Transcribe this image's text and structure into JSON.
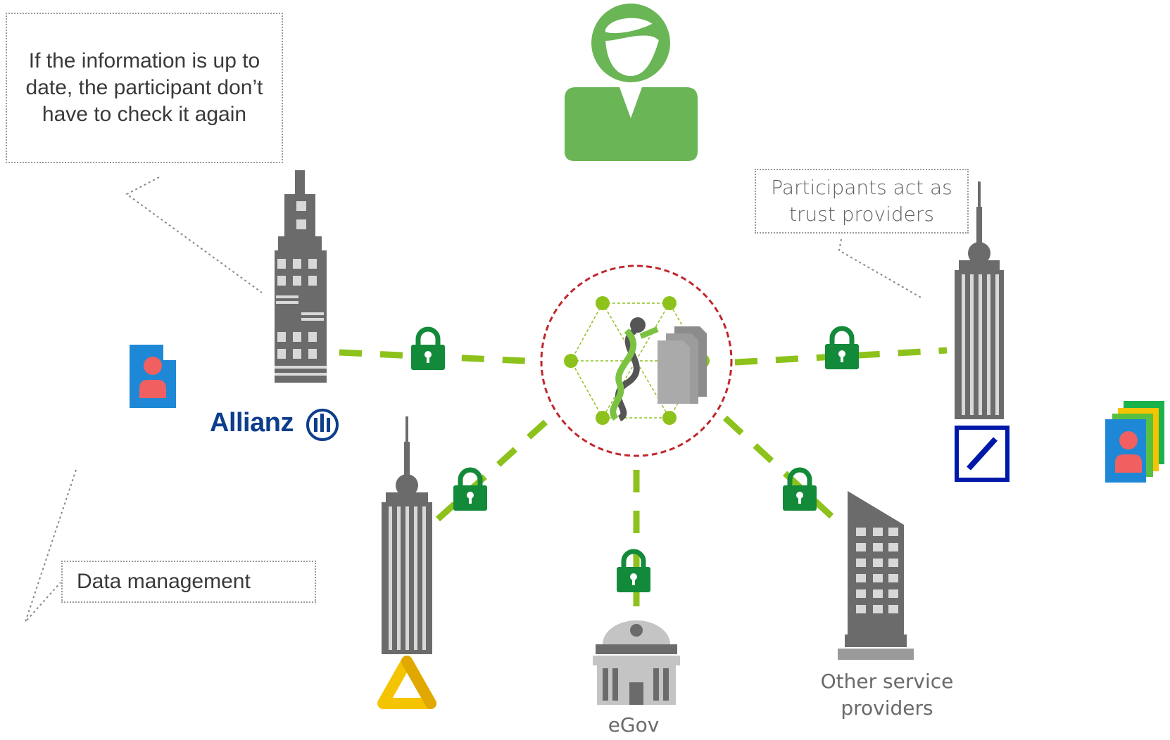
{
  "callouts": {
    "check_again": "If the information is up to date, the participant don’t have to check it again",
    "trust_providers": "Participants act as trust providers",
    "data_management": "Data management"
  },
  "labels": {
    "allianz": "Allianz",
    "egov": "eGov",
    "other_service_providers": "Other service providers"
  },
  "colors": {
    "user_green": "#6ab556",
    "link_green": "#8cc21b",
    "lock_green": "#138a3a",
    "building_gray": "#6b6b6b",
    "hub_ring_red": "#c0272d",
    "allianz_blue": "#0d3d8c",
    "deutsche_bank_blue": "#0018a8",
    "commerzbank_yellow": "#f5c400",
    "id_card_blue": "#1e88d6",
    "id_card_person": "#f06060"
  },
  "icons": [
    "user-icon",
    "lock-icon",
    "building-icon",
    "government-building-icon",
    "dna-icon",
    "document-stack-icon",
    "id-card-icon",
    "allianz-logo-icon",
    "deutsche-bank-logo-icon",
    "commerzbank-logo-icon"
  ]
}
